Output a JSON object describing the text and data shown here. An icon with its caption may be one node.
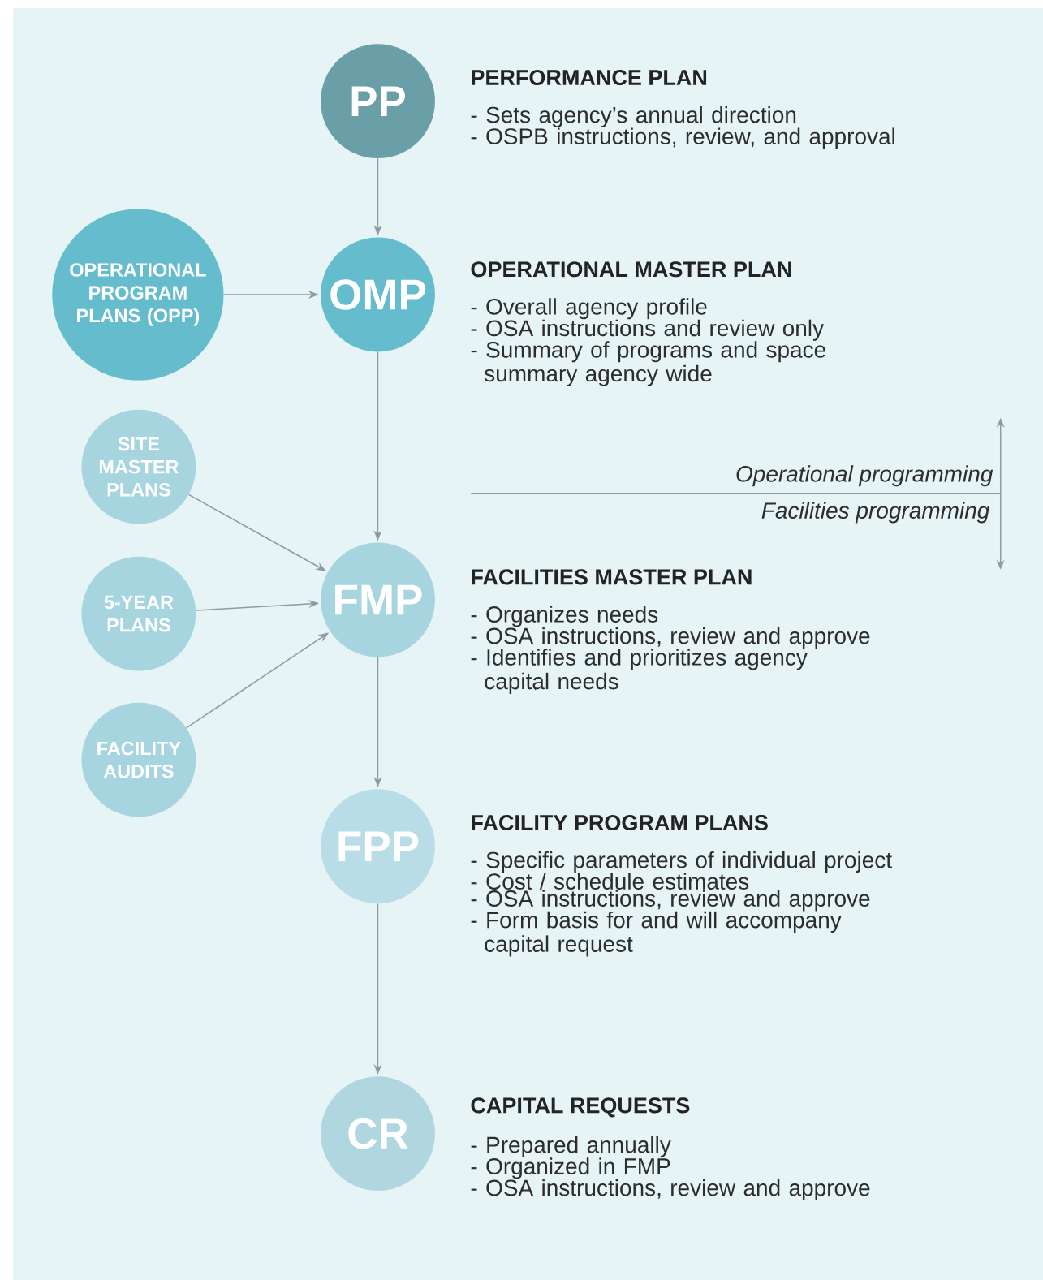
{
  "diagram": {
    "nodes": [
      {
        "text": [
          "PP"
        ],
        "beside": [
          "PERFORMANCE PLAN",
          "- Sets agency’s annual direction",
          "- OSPB instructions, review, and approval"
        ]
      },
      {
        "text": [
          "OPERATIONAL PROGRAM PLANS (OPP)"
        ]
      },
      {
        "text": [
          "OMP"
        ],
        "beside": [
          "OPERATIONAL MASTER PLAN",
          "- Overall agency profile",
          "- OSA instructions and review only",
          "- Summary of programs and space summary agency wide"
        ]
      },
      {
        "text": [
          "SITE MASTER PLANS"
        ]
      },
      {
        "text": [
          "5-YEAR PLANS"
        ]
      },
      {
        "text": [
          "FACILITY AUDITS"
        ]
      },
      {
        "text": [
          "FMP"
        ],
        "beside": [
          "FACILITIES MASTER PLAN",
          "- Organizes needs",
          "- OSA instructions, review and approve",
          "- Identifies and prioritizes agency capital needs"
        ]
      },
      {
        "text": [
          "FPP"
        ],
        "beside": [
          "FACILITY PROGRAM PLANS",
          "- Specific parameters of individual project",
          "- Cost / schedule estimates",
          "- OSA instructions, review and approve",
          "- Form basis for and will accompany capital request"
        ]
      },
      {
        "text": [
          "CR"
        ],
        "beside": [
          "CAPITAL REQUESTS",
          "- Prepared annually",
          "- Organized in FMP",
          "- OSA instructions, review and approve"
        ]
      }
    ],
    "edges": [
      {
        "from": 0,
        "to": 2,
        "arrow": "to"
      },
      {
        "from": 1,
        "to": 2,
        "arrow": "to"
      },
      {
        "from": 2,
        "to": 6,
        "arrow": "to"
      },
      {
        "from": 3,
        "to": 6,
        "arrow": "to"
      },
      {
        "from": 4,
        "to": 6,
        "arrow": "to"
      },
      {
        "from": 5,
        "to": 6,
        "arrow": "to"
      },
      {
        "from": 6,
        "to": 7,
        "arrow": "to"
      },
      {
        "from": 7,
        "to": 8,
        "arrow": "to"
      }
    ],
    "labels": [
      "Operational  programming",
      "Facilities programming"
    ]
  }
}
